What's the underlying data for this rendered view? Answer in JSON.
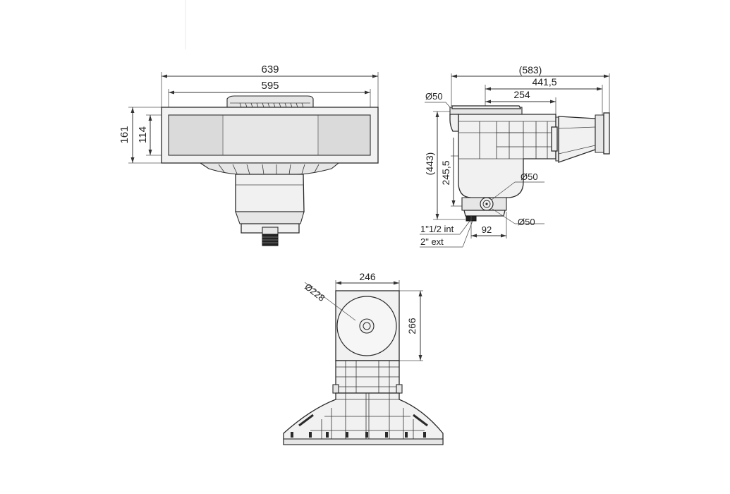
{
  "front_view": {
    "overall_width": "639",
    "inner_width": "595",
    "overall_height": "161",
    "inner_height": "114"
  },
  "side_view": {
    "overall_length": "(583)",
    "body_length": "441,5",
    "bowl_length": "254",
    "top_pipe_dia": "Ø50",
    "overall_height": "(443)",
    "body_height": "245,5",
    "bottom_pipe_dia": "Ø50",
    "side_pipe_dia": "Ø50",
    "outlet_offset": "92",
    "thread_int": "1\"1/2 int",
    "thread_ext": "2\" ext"
  },
  "top_view": {
    "width": "246",
    "depth": "266",
    "lid_dia": "Ø228"
  },
  "colors": {
    "line": "#2a2a2a",
    "fill": "#f1f1f1",
    "shade": "#e6e6e6",
    "connector": "#222222"
  }
}
